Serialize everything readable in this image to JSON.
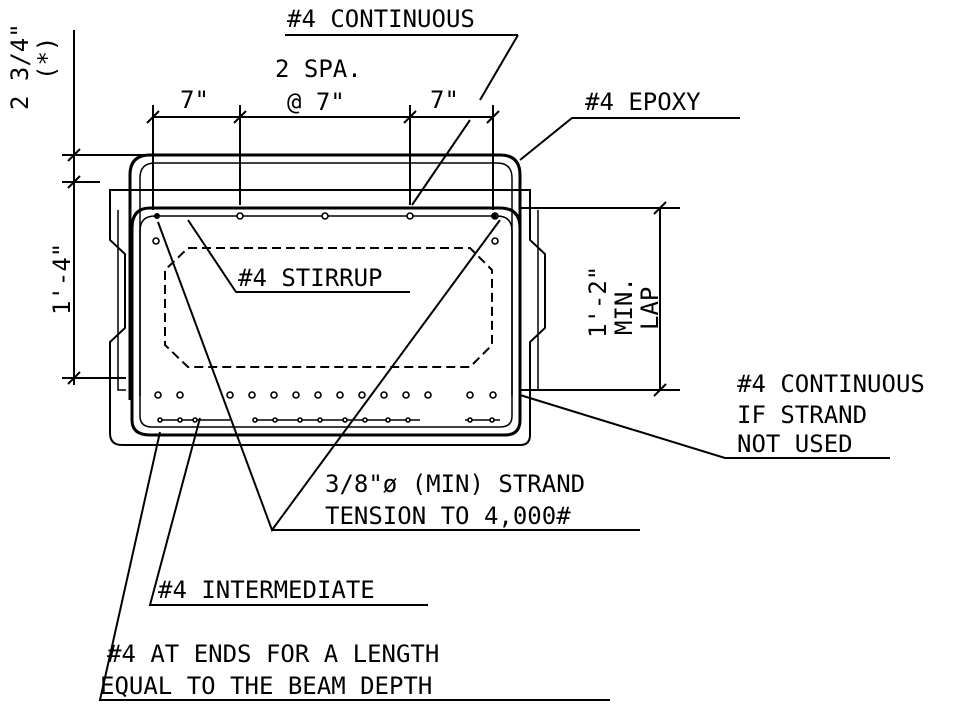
{
  "labels": {
    "continuous_top": "#4 CONTINUOUS",
    "two_spa": "2 SPA.",
    "at_7": "@ 7\"",
    "left_spacing": "7\"",
    "right_spacing": "7\"",
    "epoxy": "#4 EPOXY",
    "stirrup": "#4 STIRRUP",
    "dim_top_vertical": "2 3/4\"",
    "dim_top_vertical_note": "(*)",
    "dim_height": "1'-4\"",
    "dim_lap": "1'-2\"",
    "dim_lap_min": "MIN.",
    "dim_lap_lap": "LAP",
    "cont_if_strand_1": "#4 CONTINUOUS",
    "cont_if_strand_2": "IF STRAND",
    "cont_if_strand_3": "NOT USED",
    "strand_1": "3/8\"ø (MIN) STRAND",
    "strand_2": "TENSION TO 4,000#",
    "intermediate": "#4 INTERMEDIATE",
    "ends_1": "#4 AT ENDS FOR A LENGTH",
    "ends_2": "EQUAL TO THE BEAM DEPTH"
  }
}
